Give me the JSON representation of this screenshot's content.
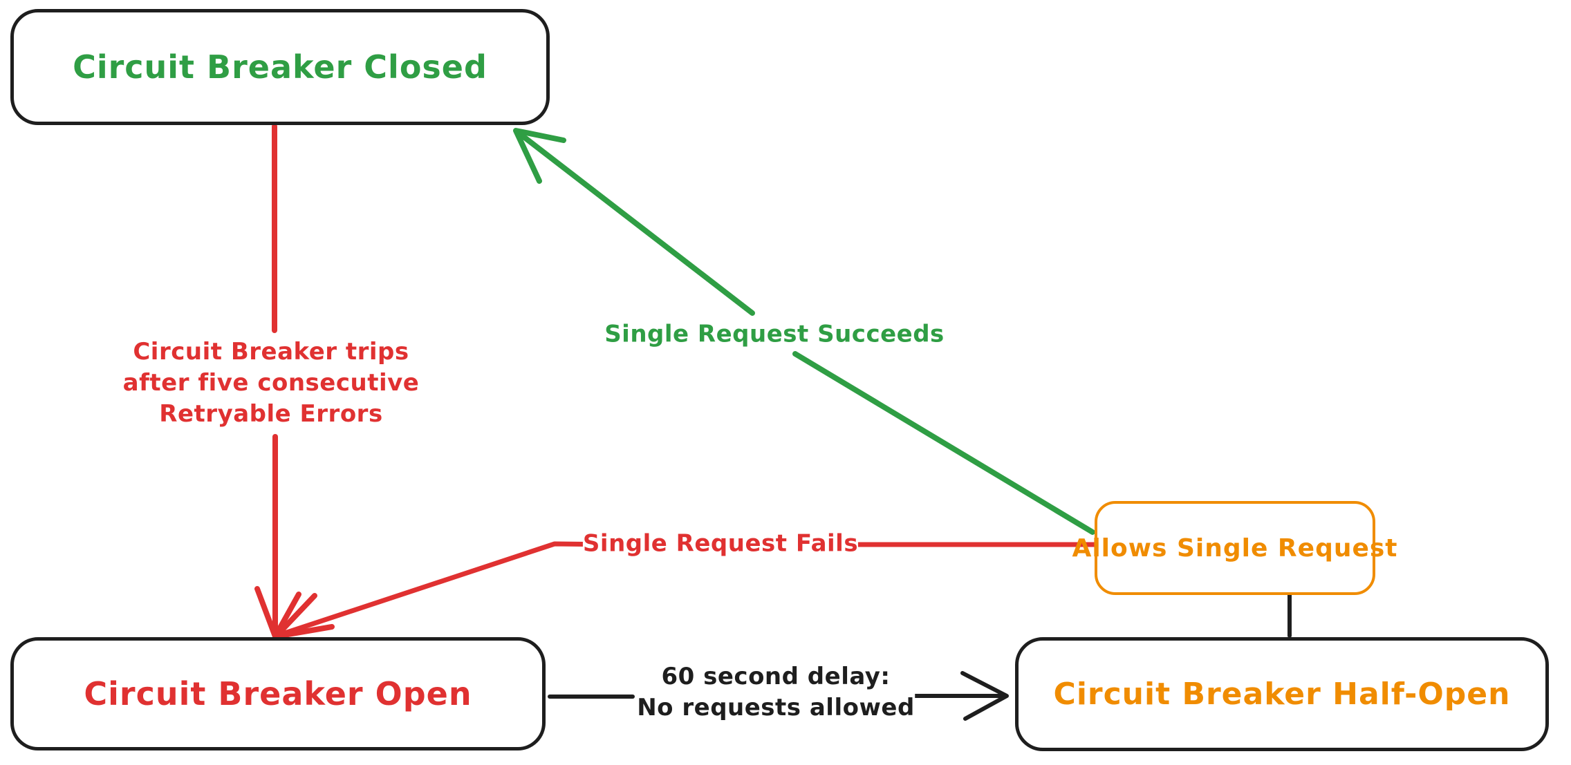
{
  "colors": {
    "black": "#1e1e1e",
    "red": "#e03131",
    "green": "#2f9e44",
    "orange": "#f08c00",
    "background": "#ffffff"
  },
  "nodes": {
    "closed": {
      "label": "Circuit Breaker Closed"
    },
    "open": {
      "label": "Circuit Breaker Open"
    },
    "half_open": {
      "label": "Circuit Breaker Half-Open"
    },
    "allows_single_request": {
      "label": "Allows Single Request"
    }
  },
  "edges": {
    "closed_to_open": {
      "label_lines": [
        "Circuit Breaker trips",
        "after five consecutive",
        "Retryable Errors"
      ]
    },
    "half_open_to_closed": {
      "label": "Single Request Succeeds"
    },
    "half_open_to_open": {
      "label": "Single Request Fails"
    },
    "open_to_half_open": {
      "label_lines": [
        "60 second delay:",
        "No requests allowed"
      ]
    }
  }
}
